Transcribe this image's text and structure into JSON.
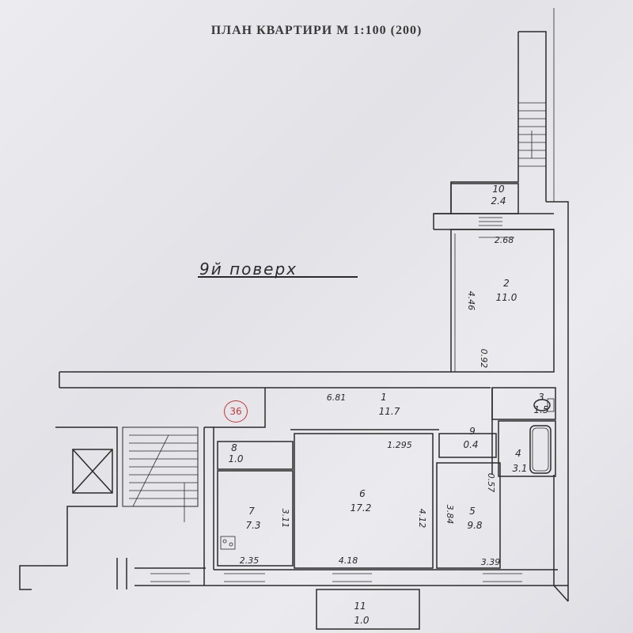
{
  "header": {
    "title": "ПЛАН КВАРТИРИ М 1:100 (200)"
  },
  "floor_label": "9й поверх",
  "apartment_number": "36",
  "rooms": [
    {
      "number": "1",
      "area": "11.7"
    },
    {
      "number": "2",
      "area": "11.0"
    },
    {
      "number": "3",
      "area": "1.5"
    },
    {
      "number": "4",
      "area": "3.1"
    },
    {
      "number": "5",
      "area": "9.8"
    },
    {
      "number": "6",
      "area": "17.2"
    },
    {
      "number": "7",
      "area": "7.3"
    },
    {
      "number": "8",
      "area": "1.0"
    },
    {
      "number": "9",
      "area": "0.4"
    },
    {
      "number": "10",
      "area": "2.4"
    },
    {
      "number": "11",
      "area": "1.0"
    }
  ],
  "dimensions": {
    "d_681": "6.81",
    "d_268": "2.68",
    "d_446": "4.46",
    "d_092": "0.92",
    "d_1295": "1.295",
    "d_311": "3.11",
    "d_235": "2.35",
    "d_418a": "4.18",
    "d_412": "4.12",
    "d_384": "3.84",
    "d_057": "0.57",
    "d_339": "3.39"
  },
  "colors": {
    "ink": "#2b2b2b",
    "paper": "#e9e9ed",
    "stamp": "#c43a3a"
  }
}
